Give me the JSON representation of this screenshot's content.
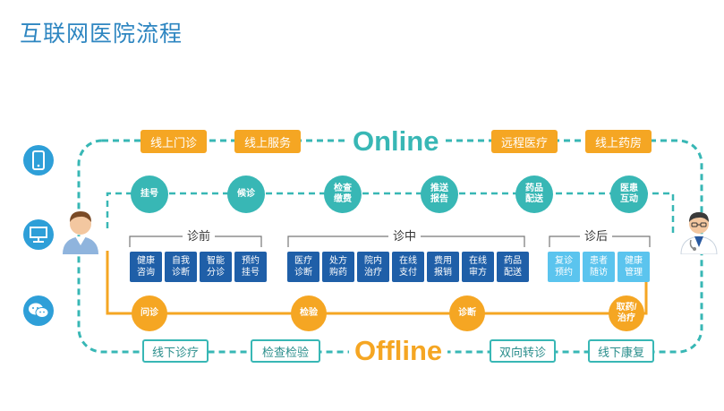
{
  "title": "互联网医院流程",
  "online_label": "Online",
  "offline_label": "Offline",
  "online_services": [
    "线上门诊",
    "线上服务",
    "远程医疗",
    "线上药房"
  ],
  "offline_services": [
    "线下诊疗",
    "检查检验",
    "双向转诊",
    "线下康复"
  ],
  "online_steps": [
    "挂号",
    "候诊",
    "检查\n缴费",
    "推送\n报告",
    "药品\n配送",
    "医患\n互动"
  ],
  "offline_steps": [
    "问诊",
    "检验",
    "诊断",
    "取药/\n治疗"
  ],
  "groups": {
    "pre": {
      "label": "诊前",
      "items": [
        "健康\n咨询",
        "自我\n诊断",
        "智能\n分诊",
        "预约\n挂号"
      ]
    },
    "mid": {
      "label": "诊中",
      "items": [
        "医疗\n诊断",
        "处方\n购药",
        "院内\n治疗",
        "在线\n支付",
        "费用\n报销",
        "在线\n审方",
        "药品\n配送"
      ]
    },
    "post": {
      "label": "诊后",
      "items": [
        "复诊\n预约",
        "患者\n随访",
        "健康\n管理"
      ]
    }
  },
  "side_icons": [
    "phone-icon",
    "computer-icon",
    "wechat-icon"
  ],
  "colors": {
    "teal": "#38b7b5",
    "orange": "#f5a623",
    "dark_blue": "#1f5fa8",
    "light_blue": "#5bc4ee",
    "title_blue": "#2e86c1"
  }
}
